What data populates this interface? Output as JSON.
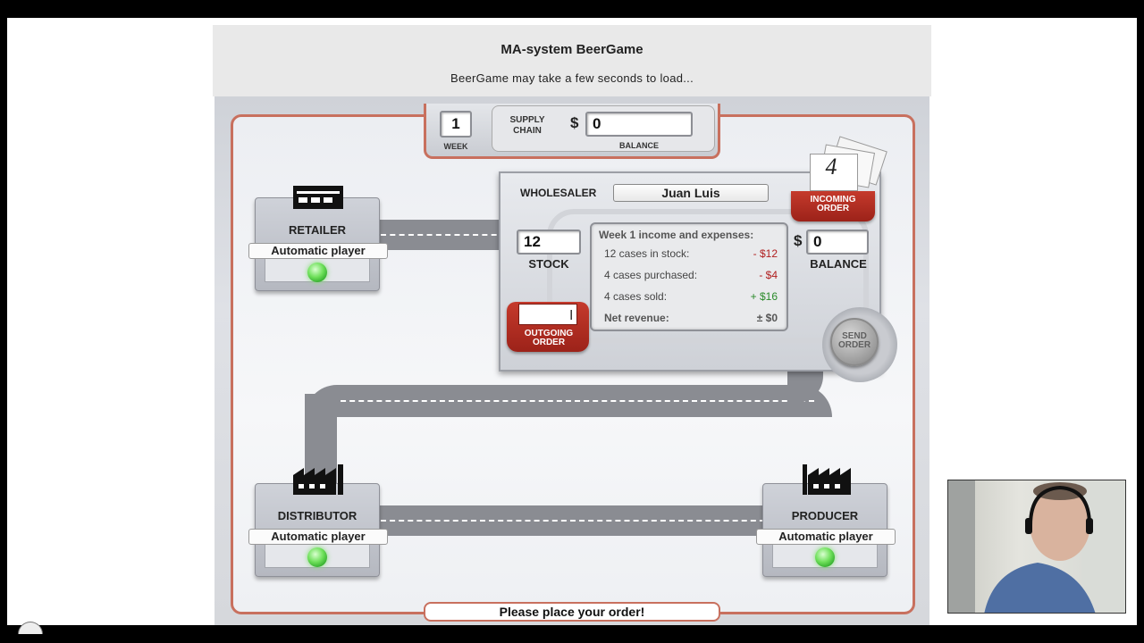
{
  "page": {
    "title": "MA-system BeerGame",
    "subtitle": "BeerGame may take a few seconds to load..."
  },
  "top_bar": {
    "week_value": "1",
    "week_label": "WEEK",
    "supply_chain_label": "SUPPLY CHAIN",
    "currency": "$",
    "balance_value": "0",
    "balance_label": "BALANCE"
  },
  "wholesaler": {
    "role_label": "WHOLESALER",
    "player_name": "Juan Luis",
    "incoming_order_value": "4",
    "incoming_order_label": "INCOMING ORDER",
    "stock_value": "12",
    "stock_label": "STOCK",
    "currency": "$",
    "balance_value": "0",
    "balance_label": "BALANCE",
    "outgoing_order_label": "OUTGOING ORDER",
    "outgoing_order_value": "",
    "send_order_label": "SEND ORDER",
    "ledger": {
      "title": "Week 1 income and expenses:",
      "rows": [
        {
          "label": "12 cases in stock:",
          "amount": "- $12",
          "kind": "expense"
        },
        {
          "label": "4 cases purchased:",
          "amount": "- $4",
          "kind": "expense"
        },
        {
          "label": "4 cases sold:",
          "amount": "+ $16",
          "kind": "income"
        }
      ],
      "net_label": "Net revenue:",
      "net_amount": "± $0"
    }
  },
  "stations": {
    "retailer": {
      "name": "RETAILER",
      "player": "Automatic player"
    },
    "distributor": {
      "name": "DISTRIBUTOR",
      "player": "Automatic player"
    },
    "producer": {
      "name": "PRODUCER",
      "player": "Automatic player"
    }
  },
  "status_message": "Please place your order!",
  "colors": {
    "accent_red": "#b02a1f",
    "expense_red": "#b01e1e",
    "income_green": "#2a8a2a",
    "led_green": "#6ee05a",
    "board_border": "#c8705e"
  }
}
